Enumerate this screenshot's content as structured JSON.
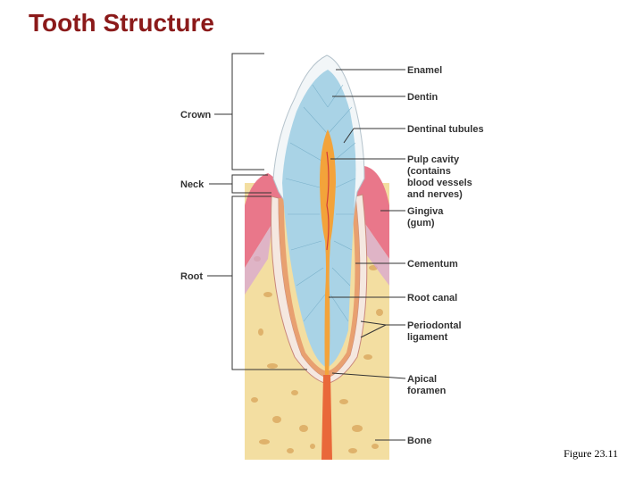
{
  "title": "Tooth Structure",
  "caption": "Figure 23.11",
  "left_labels": {
    "crown": "Crown",
    "neck": "Neck",
    "root": "Root"
  },
  "right_labels": {
    "enamel": "Enamel",
    "dentin": "Dentin",
    "dentinal_tubules": "Dentinal tubules",
    "pulp_cavity": [
      "Pulp cavity",
      "(contains",
      "blood vessels",
      "and nerves)"
    ],
    "gingiva": [
      "Gingiva",
      "(gum)"
    ],
    "cementum": "Cementum",
    "root_canal": "Root canal",
    "periodontal_ligament": [
      "Periodontal",
      "ligament"
    ],
    "apical_foramen": [
      "Apical",
      "foramen"
    ],
    "bone": "Bone"
  },
  "colors": {
    "title": "#8b1a1a",
    "dentin": "#a9d3e6",
    "enamel": "#f2f6f8",
    "pulp": "#f3a33a",
    "gingiva": "#e9778a",
    "bone": "#f3dea1",
    "cementum": "#e8a070"
  }
}
